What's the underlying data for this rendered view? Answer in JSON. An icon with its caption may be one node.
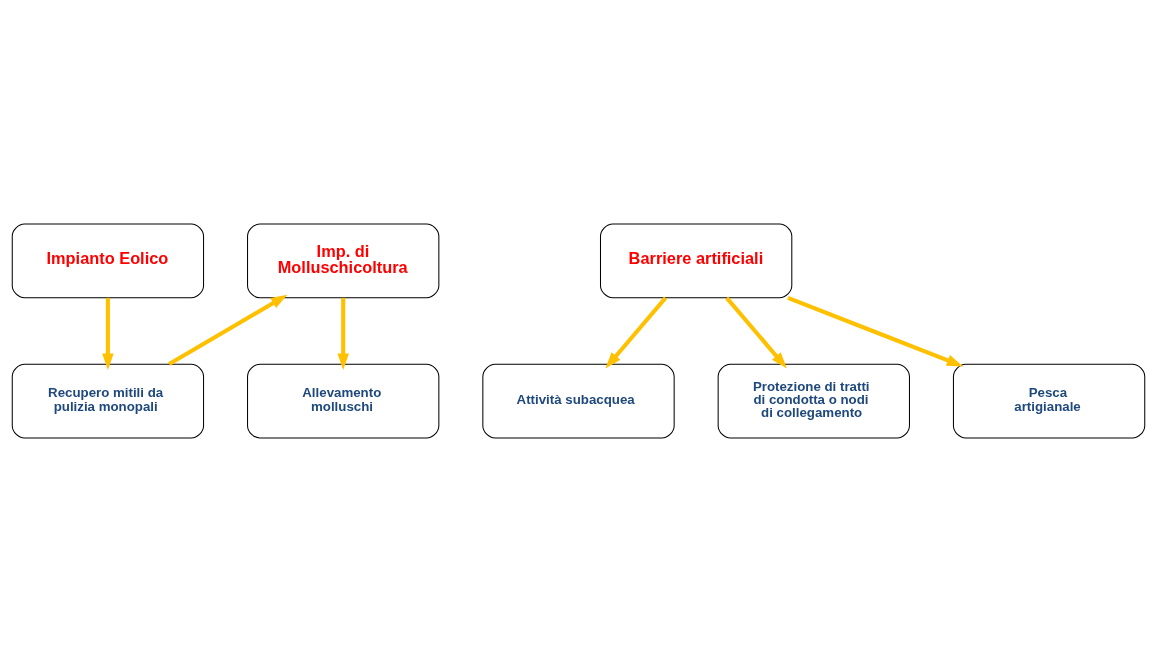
{
  "diagram": {
    "nodes": [
      {
        "text": [
          "Impianto Eolico"
        ]
      },
      {
        "text": [
          "Imp. di Molluschicoltura"
        ]
      },
      {
        "text": [
          "Barriere artificiali"
        ]
      },
      {
        "text": [
          "Protezione di tratti di condotta o nodi di collegamento"
        ]
      },
      {
        "text": [
          "Pesca artigianale"
        ]
      },
      {
        "text": [
          "Recupero mitili da pulizia monopali"
        ]
      },
      {
        "text": [
          "Allevamento molluschi"
        ]
      },
      {
        "text": [
          "Attività subacquea"
        ]
      }
    ],
    "edges": [
      {
        "from": 0,
        "to": 5,
        "arrow": "to"
      },
      {
        "from": 5,
        "to": 1,
        "arrow": "to"
      },
      {
        "from": 1,
        "to": 6,
        "arrow": "to"
      },
      {
        "from": 2,
        "to": 3,
        "arrow": "to"
      },
      {
        "from": 2,
        "to": 4,
        "arrow": "to"
      },
      {
        "from": 2,
        "to": 7,
        "arrow": "to"
      }
    ]
  }
}
